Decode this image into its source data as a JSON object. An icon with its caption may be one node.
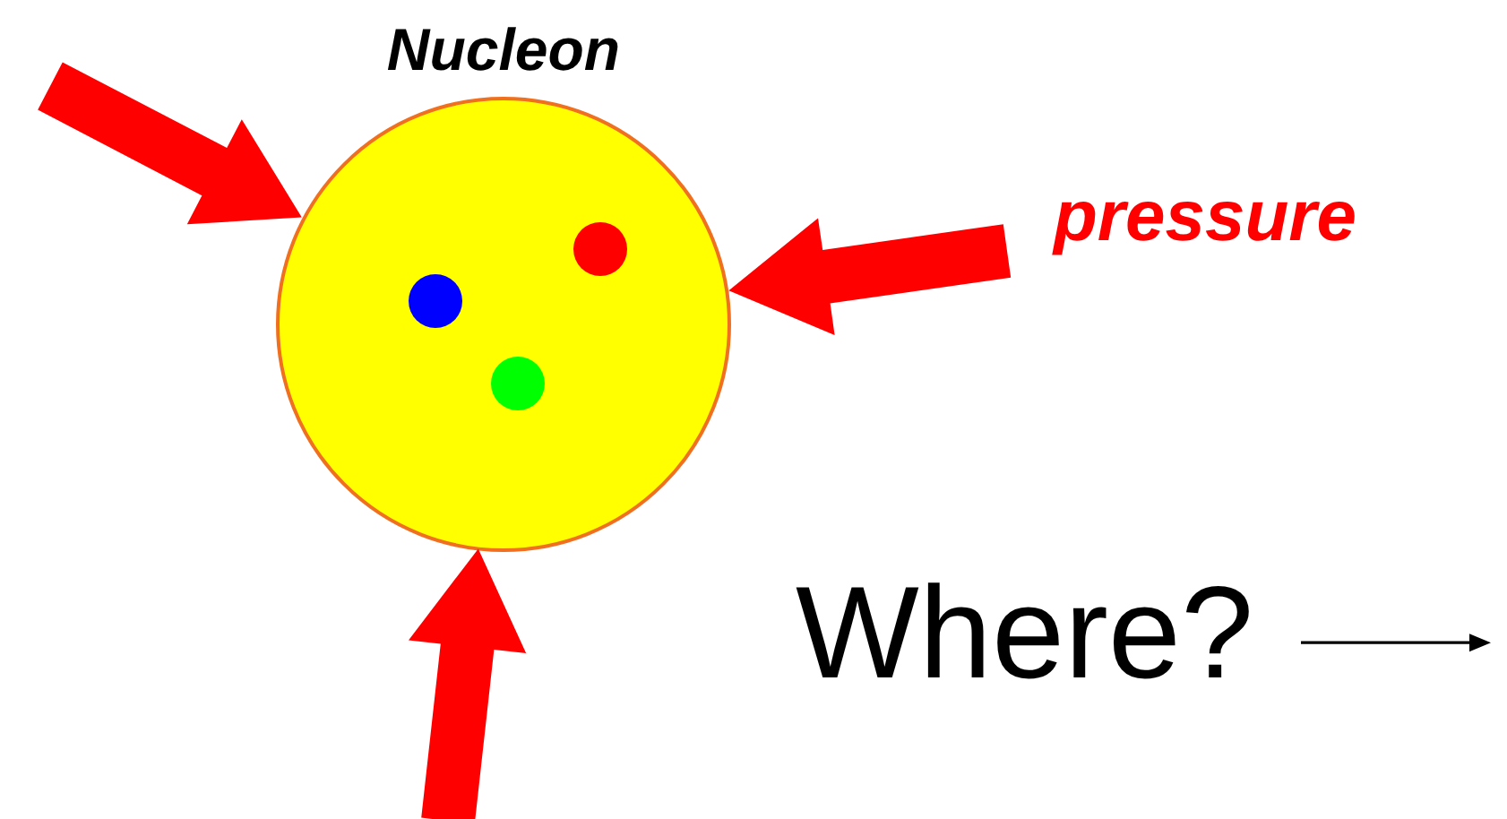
{
  "diagram": {
    "nodes": [
      {
        "text": [
          "Nucleon"
        ]
      },
      {
        "text": [
          "Where?"
        ]
      }
    ],
    "edges": [
      {
        "from": null,
        "to": 0,
        "arrow": "to",
        "style": "thick"
      },
      {
        "from": null,
        "to": 0,
        "arrow": "to",
        "style": "thick"
      },
      {
        "from": null,
        "to": 0,
        "arrow": "to",
        "style": "thick"
      },
      {
        "from": 1,
        "to": null,
        "arrow": "to",
        "color": "#000000"
      }
    ],
    "labels": [
      "pressure"
    ]
  }
}
